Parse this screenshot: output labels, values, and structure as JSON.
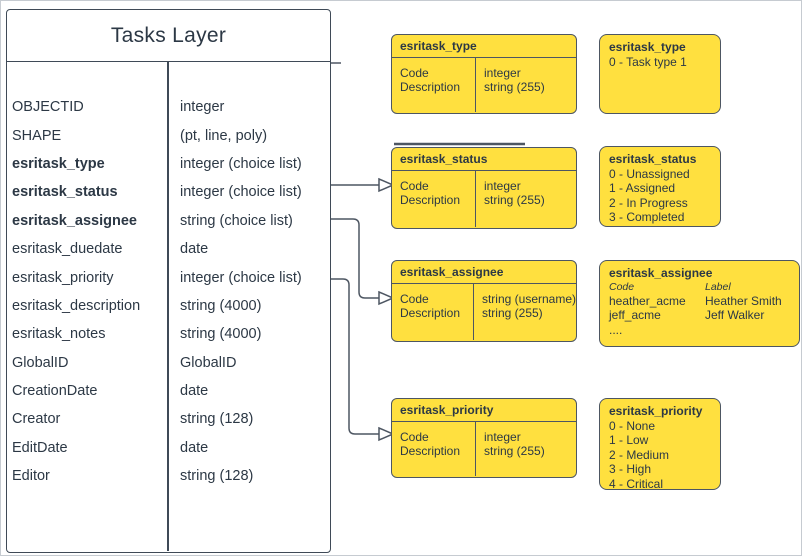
{
  "colors": {
    "box_fill": "#FFE03F",
    "line": "#4d5662",
    "text": "#2c3845"
  },
  "tasks_layer": {
    "title": "Tasks Layer",
    "fields": [
      {
        "name": "OBJECTID",
        "type": "integer"
      },
      {
        "name": "SHAPE",
        "type": "(pt, line, poly)"
      },
      {
        "name": "esritask_type",
        "type": "integer (choice list)"
      },
      {
        "name": "esritask_status",
        "type": "integer (choice list)"
      },
      {
        "name": "esritask_assignee",
        "type": "string (choice list)"
      },
      {
        "name": "esritask_duedate",
        "type": "date"
      },
      {
        "name": "esritask_priority",
        "type": "integer (choice list)"
      },
      {
        "name": "esritask_description",
        "type": "string (4000)"
      },
      {
        "name": "esritask_notes",
        "type": "string (4000)"
      },
      {
        "name": "GlobalID",
        "type": "GlobalID"
      },
      {
        "name": "CreationDate",
        "type": "date"
      },
      {
        "name": "Creator",
        "type": "string (128)"
      },
      {
        "name": "EditDate",
        "type": "date"
      },
      {
        "name": "Editor",
        "type": "string (128)"
      }
    ]
  },
  "domain_tables": [
    {
      "title": "esritask_type",
      "labels": [
        "Code",
        "Description"
      ],
      "types": [
        "integer",
        "string (255)"
      ]
    },
    {
      "title": "esritask_status",
      "labels": [
        "Code",
        "Description"
      ],
      "types": [
        "integer",
        "string (255)"
      ]
    },
    {
      "title": "esritask_assignee",
      "labels": [
        "Code",
        "Description"
      ],
      "types": [
        "string  (username)",
        "string (255)"
      ]
    },
    {
      "title": "esritask_priority",
      "labels": [
        "Code",
        "Description"
      ],
      "types": [
        "integer",
        "string (255)"
      ]
    }
  ],
  "value_lists": {
    "type": {
      "title": "esritask_type",
      "values": [
        "0 - Task type 1"
      ]
    },
    "status": {
      "title": "esritask_status",
      "values": [
        "0 - Unassigned",
        "1 - Assigned",
        "2 - In Progress",
        "3 - Completed"
      ]
    },
    "assignee": {
      "title": "esritask_assignee",
      "col_headers": [
        "Code",
        "Label"
      ],
      "rows": [
        {
          "code": "heather_acme",
          "label": "Heather Smith"
        },
        {
          "code": "jeff_acme",
          "label": "Jeff Walker"
        }
      ],
      "ellipsis": "...."
    },
    "priority": {
      "title": "esritask_priority",
      "values": [
        "0 - None",
        "1 - Low",
        "2 - Medium",
        "3 - High",
        "4 - Critical"
      ]
    }
  }
}
